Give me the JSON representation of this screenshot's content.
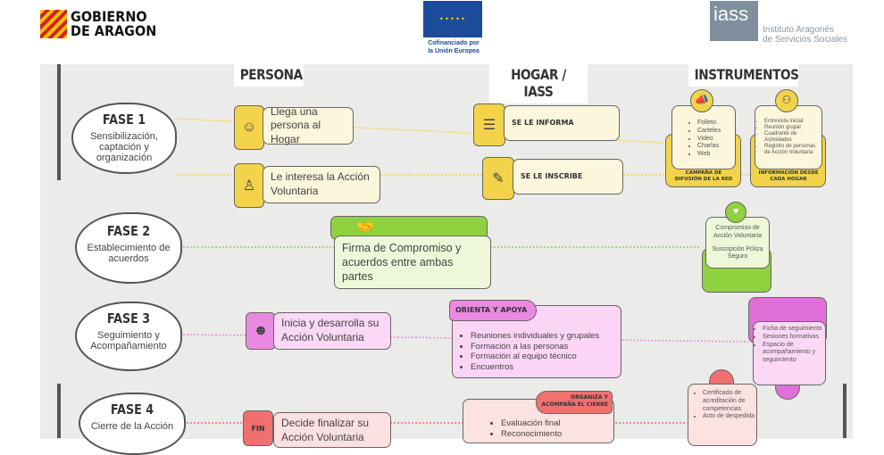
{
  "header": {
    "gobierno_logo": "GOBIERNO DE ARAGON",
    "gobierno_line1": "GOBIERNO",
    "gobierno_line2": "DE ARAGON",
    "eu_caption_1": "Cofinanciado por",
    "eu_caption_2": "la Unión Europea",
    "iass_logo": "iass",
    "iass_name_1": "Instituto Aragonés",
    "iass_name_2": "de Servicios Sociales"
  },
  "columns": [
    "PERSONA",
    "HOGAR / IASS",
    "INSTRUMENTOS"
  ],
  "phases": [
    {
      "title": "FASE 1",
      "desc": "Sensibilización, captación y organización"
    },
    {
      "title": "FASE 2",
      "desc": "Establecimiento de acuerdos"
    },
    {
      "title": "FASE 3",
      "desc": "Seguimiento y Acompañamiento"
    },
    {
      "title": "FASE 4",
      "desc": "Cierre de la Acción"
    }
  ],
  "persona": {
    "p1a": "Llega una persona al Hogar",
    "p1b": "Le interesa la Acción Voluntaria",
    "p2": "Firma de Compromiso y acuerdos entre ambas partes",
    "p3": "Inicia y desarrolla su Acción Voluntaria",
    "p4_tag": "FIN",
    "p4": "Decide finalizar su Acción Voluntaria"
  },
  "hogar": {
    "h1a": "SE LE INFORMA",
    "h1b": "SE LE INSCRIBE",
    "h3_tag": "ORIENTA Y APOYA",
    "h3_items": [
      "Reuniones individuales y grupales",
      "Formación a las personas",
      "Formación al equipo técnico",
      "Encuentros"
    ],
    "h4_tag": "ORGANIZA Y ACOMPAÑA EL CIERRE",
    "h4_items": [
      "Evaluación final",
      "Reconocimiento"
    ]
  },
  "instrumentos": {
    "campana": {
      "items": [
        "Folleto",
        "Carteles",
        "Video",
        "Charlas",
        "Web"
      ],
      "label": "CAMPAÑA DE DIFUSIÓN DE LA RED"
    },
    "informacion": {
      "items": [
        "Entrevista inicial",
        "Reunión grupal",
        "Cuadrante de Actividades",
        "Registro de personas de Acción Voluntaria"
      ],
      "label": "INFORMACIÓN DESDE CADA HOGAR"
    },
    "compromiso": {
      "line1": "Compromiso de Acción Voluntaria",
      "line2": "Suscripción Póliza Seguro"
    },
    "seguimiento": {
      "items": [
        "Ficha de seguimiento",
        "Sesiones formativas",
        "Espacio de acompañamiento y seguimiento"
      ]
    },
    "cierre": {
      "items": [
        "Certificado de acreditación de competencias",
        "Acto de despedida"
      ]
    }
  },
  "colors": {
    "yellow": "#f3d34a",
    "green": "#8fd13f",
    "pink": "#e98ae0",
    "red": "#f07070"
  }
}
